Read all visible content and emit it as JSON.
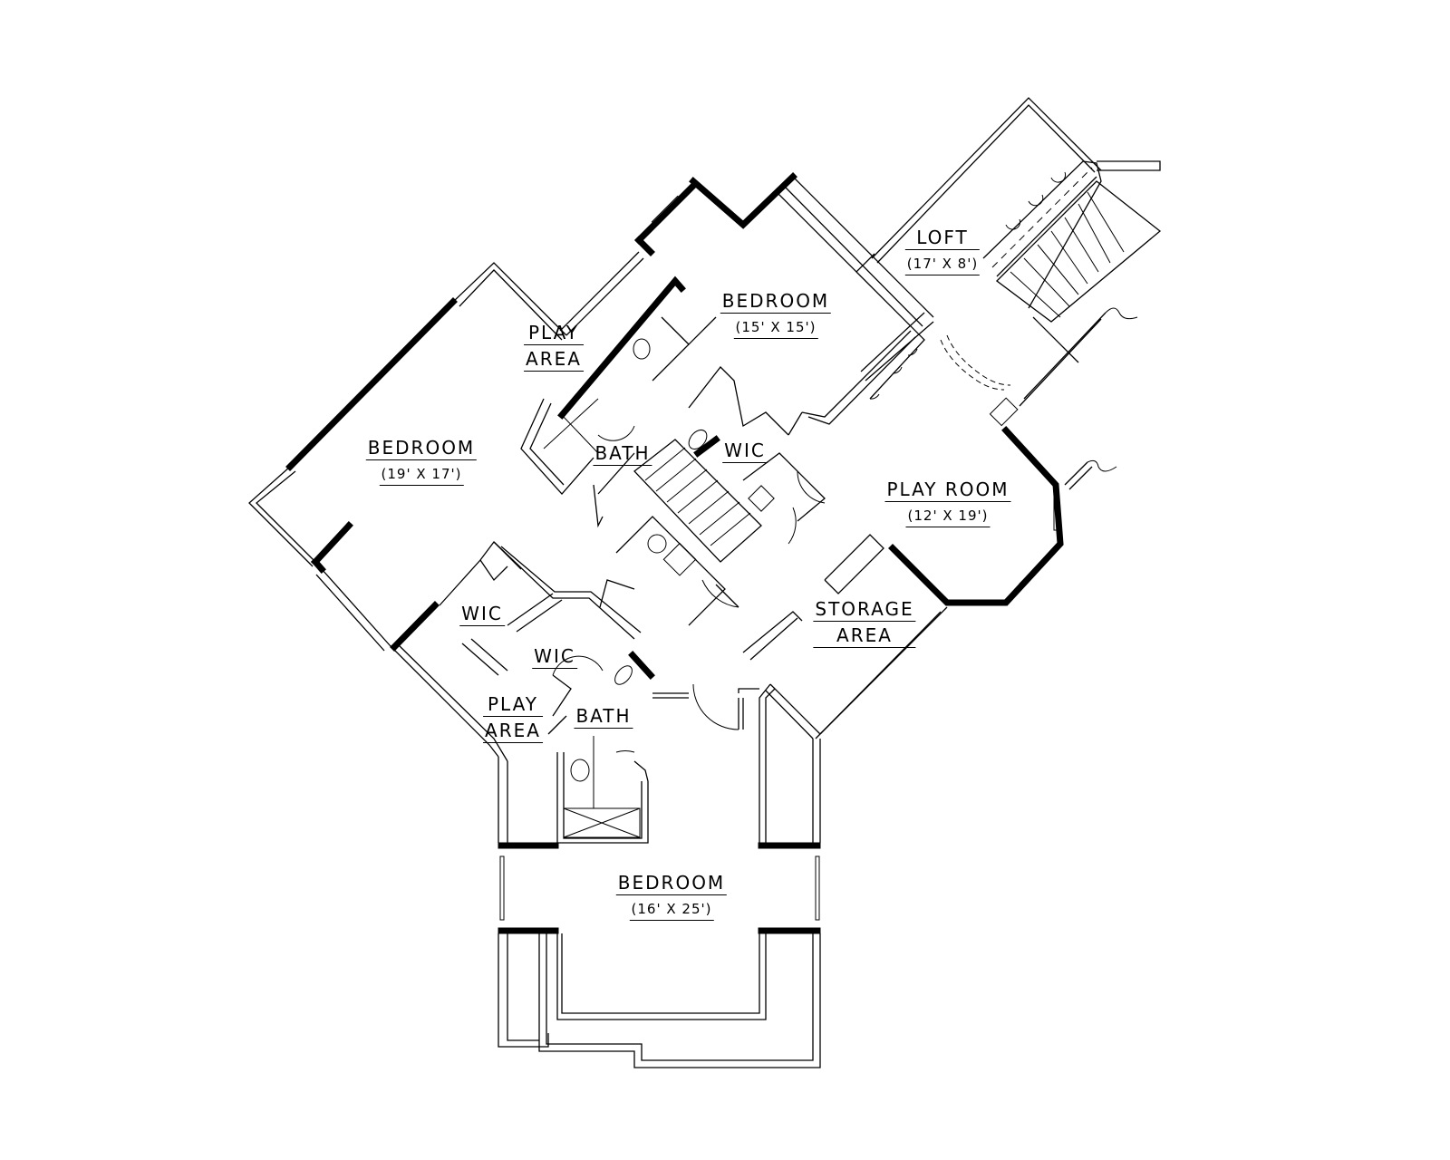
{
  "plan": {
    "type": "floor-plan",
    "rooms": [
      {
        "id": "loft",
        "name": "LOFT",
        "dims": "(17' X 8')"
      },
      {
        "id": "bedroom-ne",
        "name": "BEDROOM",
        "dims": "(15' X 15')"
      },
      {
        "id": "play-area-n",
        "name": "PLAY",
        "name2": "AREA"
      },
      {
        "id": "bedroom-w",
        "name": "BEDROOM",
        "dims": "(19' X 17')"
      },
      {
        "id": "bath-n",
        "name": "BATH"
      },
      {
        "id": "wic-n",
        "name": "WIC"
      },
      {
        "id": "play-room",
        "name": "PLAY ROOM",
        "dims": "(12' X 19')"
      },
      {
        "id": "storage-area",
        "name": "STORAGE",
        "name2": "AREA"
      },
      {
        "id": "wic-sw1",
        "name": "WIC"
      },
      {
        "id": "wic-sw2",
        "name": "WIC"
      },
      {
        "id": "play-area-s",
        "name": "PLAY",
        "name2": "AREA"
      },
      {
        "id": "bath-s",
        "name": "BATH"
      },
      {
        "id": "bedroom-s",
        "name": "BEDROOM",
        "dims": "(16' X 25')"
      }
    ]
  }
}
